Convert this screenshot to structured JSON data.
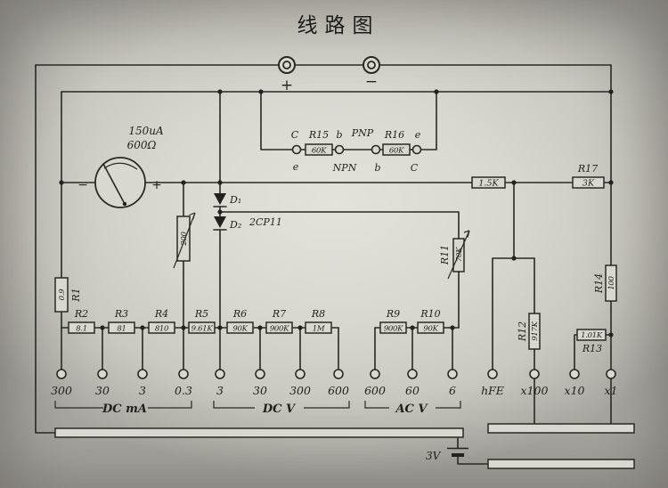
{
  "title": "线路图",
  "jacks": {
    "plus": "+",
    "minus": "−"
  },
  "meter": {
    "current": "150uA",
    "resistance": "600Ω",
    "minus": "−",
    "plus": "+"
  },
  "tester": {
    "c1": "C",
    "r15": "R15",
    "b1": "b",
    "pnp": "PNP",
    "e1": "e",
    "npn": "NPN",
    "v15": "60K",
    "r16": "R16",
    "e2": "e",
    "b2": "b",
    "c2": "C",
    "v16": "60K"
  },
  "parts": {
    "r1": {
      "n": "R1",
      "v": "0.9"
    },
    "pot": {
      "v": "200"
    },
    "d1": "D₁",
    "d2": "D₂",
    "dtype": "2CP11",
    "r11": {
      "n": "R11",
      "v": "70K"
    },
    "series_r": {
      "v": "1.5K"
    },
    "r17": {
      "n": "R17",
      "v": "3K"
    },
    "r12": {
      "n": "R12",
      "v": "917K"
    },
    "r13": {
      "n": "R13",
      "v": "1.01K"
    },
    "r14": {
      "n": "R14",
      "v": "100"
    },
    "battery": {
      "v": "3V"
    }
  },
  "chain": [
    {
      "n": "R2",
      "v": "8.1"
    },
    {
      "n": "R3",
      "v": "81"
    },
    {
      "n": "R4",
      "v": "810"
    },
    {
      "n": "R5",
      "v": "9.61K"
    },
    {
      "n": "R6",
      "v": "90K"
    },
    {
      "n": "R7",
      "v": "900K"
    },
    {
      "n": "R8",
      "v": "1M"
    },
    {
      "n": "R9",
      "v": "900K"
    },
    {
      "n": "R10",
      "v": "90K"
    }
  ],
  "terminals": [
    "300",
    "30",
    "3",
    "0.3",
    "3",
    "30",
    "300",
    "600",
    "600",
    "60",
    "6",
    "hFE",
    "x100",
    "x10",
    "x1"
  ],
  "groups": {
    "dcma": "DC mA",
    "dcv": "DC V",
    "acv": "AC V"
  }
}
